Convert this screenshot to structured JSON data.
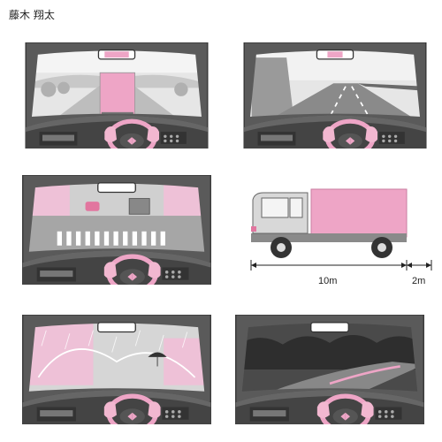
{
  "author": "藤木 翔太",
  "dimensions": {
    "length": "10m",
    "gap": "2m"
  },
  "colors": {
    "pink": "#eea5c6",
    "gray": "#9a9a9a",
    "dark": "#333333",
    "light": "#e6e6e6"
  },
  "panels": [
    {
      "id": "following-truck",
      "icon": "windshield-with-truck-ahead"
    },
    {
      "id": "empty-highway",
      "icon": "windshield-empty-road"
    },
    {
      "id": "intersection",
      "icon": "windshield-crosswalk-intersection"
    },
    {
      "id": "truck-diagram",
      "icon": "truck-side-view"
    },
    {
      "id": "rain",
      "icon": "windshield-rain"
    },
    {
      "id": "tunnel-night",
      "icon": "windshield-dark-road"
    }
  ]
}
